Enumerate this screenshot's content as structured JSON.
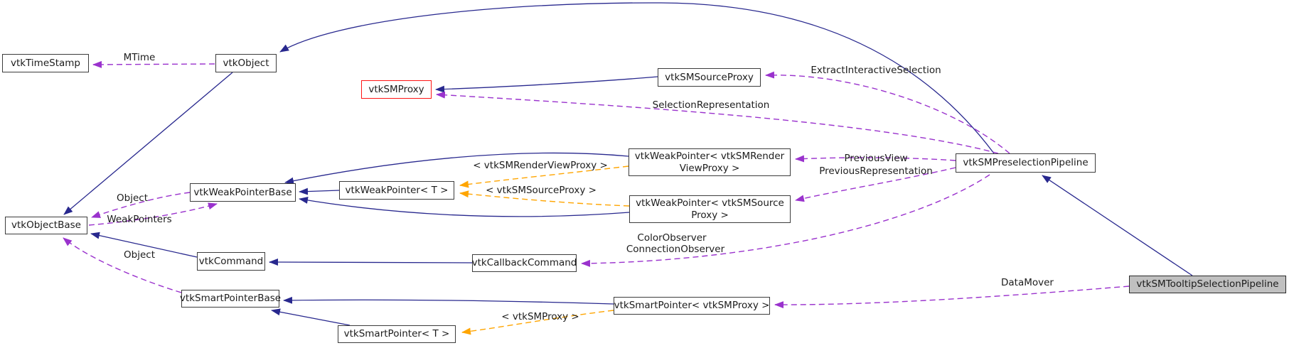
{
  "diagram": {
    "type": "doxygen-collaboration-graph",
    "colors": {
      "background": "#ffffff",
      "inheritance_arrow": "#28288e",
      "usage_arrow": "#9a32cd",
      "template_arrow": "#ffa500",
      "node_border": "#3c3c3c",
      "truncated_node_border": "#ff1414",
      "current_node_fill": "#c0c0c0"
    },
    "nodes": {
      "vtkTimeStamp": {
        "label": "vtkTimeStamp"
      },
      "vtkObject": {
        "label": "vtkObject"
      },
      "vtkSMProxy": {
        "label": "vtkSMProxy"
      },
      "vtkSMSourceProxy": {
        "label": "vtkSMSourceProxy"
      },
      "vtkWeakPointerBase": {
        "label": "vtkWeakPointerBase"
      },
      "vtkWeakPointerT": {
        "label": "vtkWeakPointer< T >"
      },
      "vtkWeakPointerRender": {
        "label": "vtkWeakPointer< vtkSMRenderViewProxy >",
        "lines": [
          "vtkWeakPointer< vtkSMRender",
          "ViewProxy >"
        ]
      },
      "vtkWeakPointerSource": {
        "label": "vtkWeakPointer< vtkSMSourceProxy >",
        "lines": [
          "vtkWeakPointer< vtkSMSource",
          "Proxy >"
        ]
      },
      "vtkSMPreselectionPipeline": {
        "label": "vtkSMPreselectionPipeline"
      },
      "vtkObjectBase": {
        "label": "vtkObjectBase"
      },
      "vtkCommand": {
        "label": "vtkCommand"
      },
      "vtkCallbackCommand": {
        "label": "vtkCallbackCommand"
      },
      "vtkSmartPointerBase": {
        "label": "vtkSmartPointerBase"
      },
      "vtkSmartPointerT": {
        "label": "vtkSmartPointer< T >"
      },
      "vtkSmartPointerProxy": {
        "label": "vtkSmartPointer< vtkSMProxy >"
      },
      "vtkSMTooltipSelectionPipeline": {
        "label": "vtkSMTooltipSelectionPipeline"
      }
    },
    "edge_labels": {
      "mtime": "MTime",
      "extract_interactive_selection": "ExtractInteractiveSelection",
      "selection_representation": "SelectionRepresentation",
      "tpl_render_view_proxy": "< vtkSMRenderViewProxy >",
      "tpl_source_proxy": "< vtkSMSourceProxy >",
      "previous_view": "PreviousView",
      "previous_representation": "PreviousRepresentation",
      "object_upper": "Object",
      "weak_pointers": "WeakPointers",
      "object_lower": "Object",
      "color_observer": "ColorObserver",
      "connection_observer": "ConnectionObserver",
      "tpl_sm_proxy": "< vtkSMProxy >",
      "data_mover": "DataMover"
    },
    "edges": [
      {
        "from": "vtkObject",
        "to": "vtkObjectBase",
        "style": "inheritance"
      },
      {
        "from": "vtkSMPreselectionPipeline",
        "to": "vtkObject",
        "style": "inheritance"
      },
      {
        "from": "vtkSMSourceProxy",
        "to": "vtkSMProxy",
        "style": "inheritance"
      },
      {
        "from": "vtkCallbackCommand",
        "to": "vtkCommand",
        "style": "inheritance"
      },
      {
        "from": "vtkCommand",
        "to": "vtkObjectBase",
        "style": "inheritance"
      },
      {
        "from": "vtkWeakPointerT",
        "to": "vtkWeakPointerBase",
        "style": "inheritance"
      },
      {
        "from": "vtkWeakPointerRender",
        "to": "vtkWeakPointerBase",
        "style": "inheritance"
      },
      {
        "from": "vtkWeakPointerSource",
        "to": "vtkWeakPointerBase",
        "style": "inheritance"
      },
      {
        "from": "vtkSmartPointerT",
        "to": "vtkSmartPointerBase",
        "style": "inheritance"
      },
      {
        "from": "vtkSmartPointerProxy",
        "to": "vtkSmartPointerBase",
        "style": "inheritance"
      },
      {
        "from": "vtkSMTooltipSelectionPipeline",
        "to": "vtkSMPreselectionPipeline",
        "style": "inheritance"
      },
      {
        "from": "vtkObject",
        "to": "vtkTimeStamp",
        "style": "usage",
        "label": "MTime"
      },
      {
        "from": "vtkSMPreselectionPipeline",
        "to": "vtkSMSourceProxy",
        "style": "usage",
        "label": "ExtractInteractiveSelection"
      },
      {
        "from": "vtkSMPreselectionPipeline",
        "to": "vtkSMProxy",
        "style": "usage",
        "label": "SelectionRepresentation"
      },
      {
        "from": "vtkSMPreselectionPipeline",
        "to": "vtkWeakPointerRender",
        "style": "usage",
        "label": "PreviousView"
      },
      {
        "from": "vtkSMPreselectionPipeline",
        "to": "vtkWeakPointerSource",
        "style": "usage",
        "label": "PreviousRepresentation"
      },
      {
        "from": "vtkSMPreselectionPipeline",
        "to": "vtkCallbackCommand",
        "style": "usage",
        "label": "ColorObserver ConnectionObserver"
      },
      {
        "from": "vtkWeakPointerBase",
        "to": "vtkObjectBase",
        "style": "usage",
        "label": "Object"
      },
      {
        "from": "vtkObjectBase",
        "to": "vtkWeakPointerBase",
        "style": "usage",
        "label": "WeakPointers"
      },
      {
        "from": "vtkSmartPointerBase",
        "to": "vtkObjectBase",
        "style": "usage",
        "label": "Object"
      },
      {
        "from": "vtkSMTooltipSelectionPipeline",
        "to": "vtkSmartPointerProxy",
        "style": "usage",
        "label": "DataMover"
      },
      {
        "from": "vtkWeakPointerRender",
        "to": "vtkWeakPointerT",
        "style": "template",
        "label": "< vtkSMRenderViewProxy >"
      },
      {
        "from": "vtkWeakPointerSource",
        "to": "vtkWeakPointerT",
        "style": "template",
        "label": "< vtkSMSourceProxy >"
      },
      {
        "from": "vtkSmartPointerProxy",
        "to": "vtkSmartPointerT",
        "style": "template",
        "label": "< vtkSMProxy >"
      }
    ]
  }
}
